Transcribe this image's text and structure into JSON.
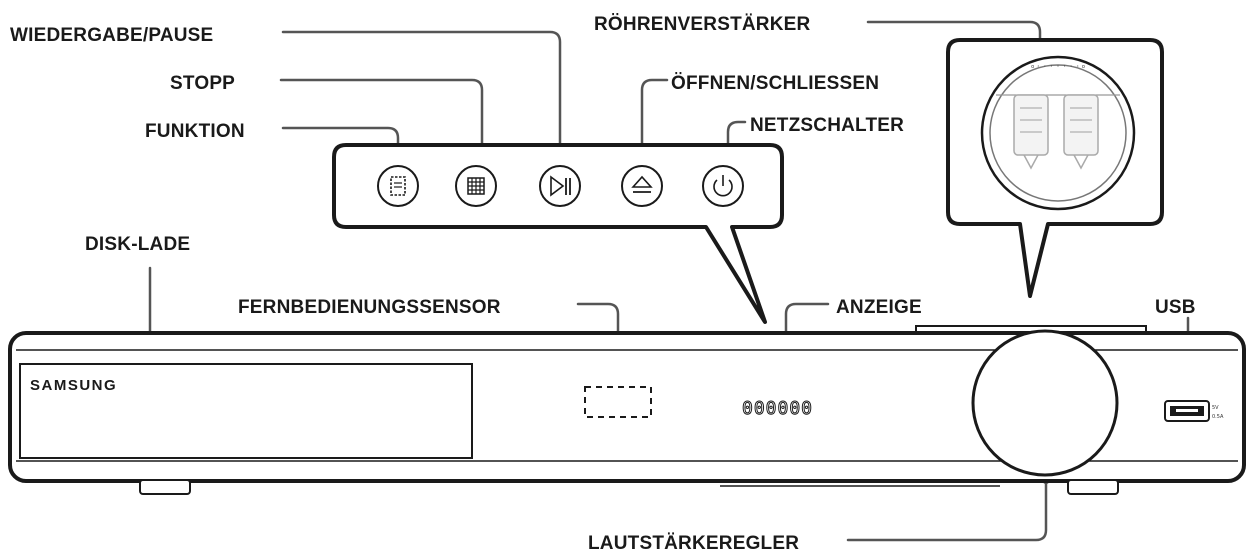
{
  "labels": {
    "tube_amp": "RÖHRENVERSTÄRKER",
    "play_pause": "WIEDERGABE/PAUSE",
    "stop": "STOPP",
    "open_close": "ÖFFNEN/SCHLIESSEN",
    "function": "FUNKTION",
    "power": "NETZSCHALTER",
    "disc_tray": "DISK-LADE",
    "remote_sensor": "FERNBEDIENUNGSSENSOR",
    "display": "ANZEIGE",
    "usb": "USB",
    "volume": "LAUTSTÄRKEREGLER"
  },
  "device": {
    "brand": "SAMSUNG",
    "display_digits": "000000",
    "usb_rating_1": "5V",
    "usb_rating_2": "0.5A"
  },
  "colors": {
    "outline": "#1a1a1a",
    "leader": "#555555",
    "background": "#ffffff"
  }
}
